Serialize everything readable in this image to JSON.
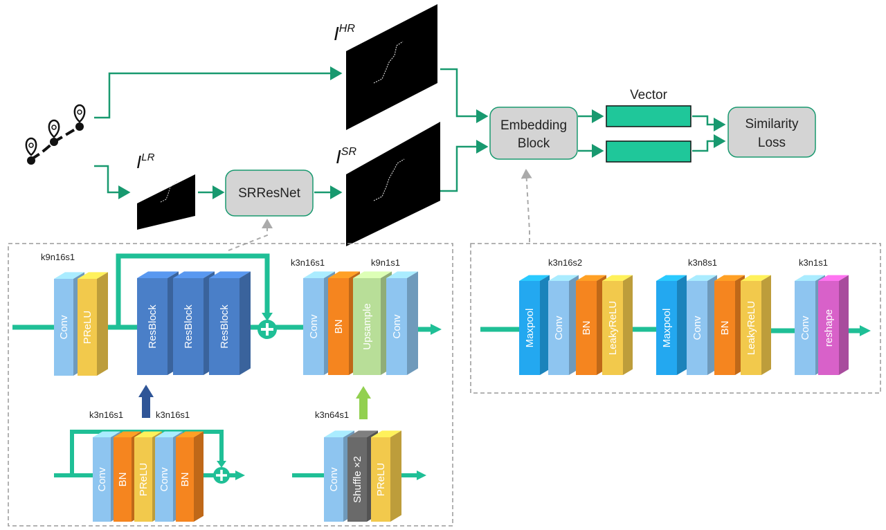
{
  "colors": {
    "flow": "#1fbf96",
    "flow_dark": "#18996f",
    "conv": "#8ec5f0",
    "prelu": "#f2c94c",
    "resblock": "#4a7fc8",
    "bn": "#f5851f",
    "upsample": "#b8de98",
    "maxpool": "#23a8f0",
    "leakyrelu": "#f2c94c",
    "reshape": "#d861c9",
    "shuffle": "#6a6a6a",
    "box_fill": "#d4d4d4",
    "vector": "#1fc79a",
    "dashed": "#999999"
  },
  "top": {
    "image_hr": {
      "base": "I",
      "sup": "HR"
    },
    "image_lr": {
      "base": "I",
      "sup": "LR"
    },
    "image_sr": {
      "base": "I",
      "sup": "SR"
    },
    "srresnet_label": "SRResNet",
    "embedding_label_line1": "Embedding",
    "embedding_label_line2": "Block",
    "vector_label": "Vector",
    "loss_label_line1": "Similarity",
    "loss_label_line2": "Loss"
  },
  "srresnet_detail": {
    "k_label_1": "k9n16s1",
    "k_label_2": "k3n16s1",
    "k_label_3": "k9n1s1",
    "layers": [
      "Conv",
      "PReLU",
      "ResBlock",
      "ResBlock",
      "ResBlock",
      "Conv",
      "BN",
      "Upsample",
      "Conv"
    ]
  },
  "resblock_detail": {
    "k_label_left": "k3n16s1",
    "k_label_right": "k3n16s1",
    "layers": [
      "Conv",
      "BN",
      "PReLU",
      "Conv",
      "BN"
    ]
  },
  "upsample_detail": {
    "k_label": "k3n64s1",
    "layers": [
      "Conv",
      "Shuffle ×2",
      "PReLU"
    ]
  },
  "embedding_detail": {
    "k_label_1": "k3n16s2",
    "k_label_2": "k3n8s1",
    "k_label_3": "k3n1s1",
    "layers": [
      "Maxpool",
      "Conv",
      "BN",
      "LeakyReLU",
      "Maxpool",
      "Conv",
      "BN",
      "LeakyReLU",
      "Conv",
      "reshape"
    ]
  }
}
